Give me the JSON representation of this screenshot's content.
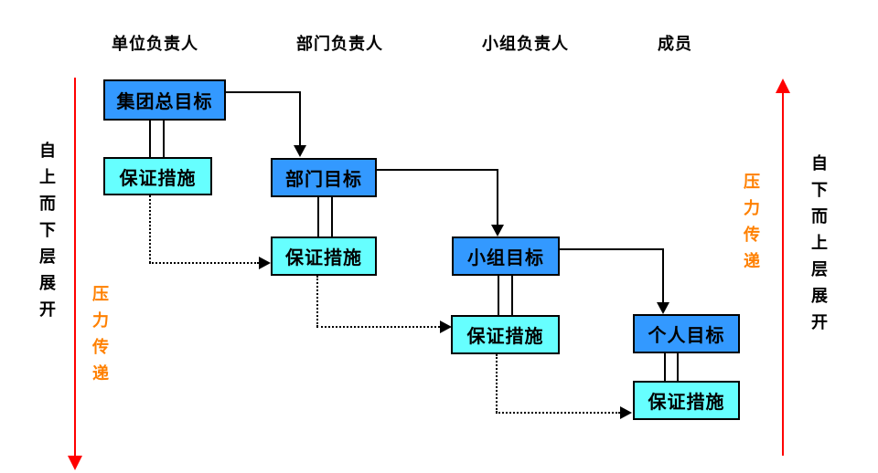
{
  "diagram": {
    "column_headers": [
      {
        "id": "unit",
        "label": "单位负责人"
      },
      {
        "id": "department",
        "label": "部门负责人"
      },
      {
        "id": "team",
        "label": "小组负责人"
      },
      {
        "id": "member",
        "label": "成员"
      }
    ],
    "nodes": [
      {
        "id": "group-total-goal",
        "type": "goal",
        "label": "集团总目标"
      },
      {
        "id": "unit-measure",
        "type": "measure",
        "label": "保证措施"
      },
      {
        "id": "department-goal",
        "type": "goal",
        "label": "部门目标"
      },
      {
        "id": "department-measure",
        "type": "measure",
        "label": "保证措施"
      },
      {
        "id": "team-goal",
        "type": "goal",
        "label": "小组目标"
      },
      {
        "id": "team-measure",
        "type": "measure",
        "label": "保证措施"
      },
      {
        "id": "personal-goal",
        "type": "goal",
        "label": "个人目标"
      },
      {
        "id": "personal-measure",
        "type": "measure",
        "label": "保证措施"
      }
    ],
    "side_annotations": {
      "left_flow_label": "自上而下层展开",
      "left_pressure_label": "压力传递",
      "right_flow_label": "自下而上层展开",
      "right_pressure_label": "压力传递"
    },
    "colors": {
      "goal_box_fill": "#3399FF",
      "measure_box_fill": "#66FFFF",
      "pressure_text": "#FF8000",
      "flow_arrow": "#FF0000",
      "line": "#000000",
      "background": "#FFFFFF"
    }
  }
}
